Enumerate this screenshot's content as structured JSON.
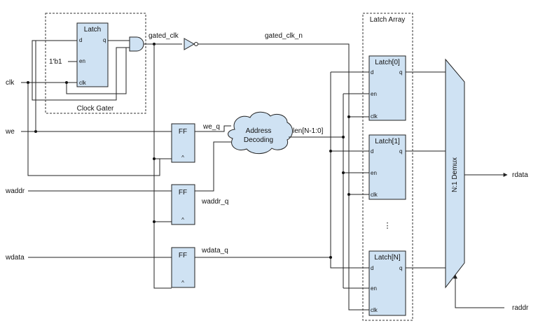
{
  "clock_gater": {
    "box_label": "Clock Gater",
    "latch_title": "Latch",
    "pin_d": "d",
    "pin_en": "en",
    "pin_clk": "clk",
    "pin_q": "q",
    "en_const": "1'b1"
  },
  "inputs": {
    "clk": "clk",
    "we": "we",
    "waddr": "waddr",
    "wdata": "wdata",
    "raddr": "raddr"
  },
  "signals": {
    "gated_clk": "gated_clk",
    "gated_clk_n": "gated_clk_n",
    "we_q": "we_q",
    "waddr_q": "waddr_q",
    "wdata_q": "wdata_q",
    "len": "len[N-1:0]"
  },
  "ff": {
    "label": "FF",
    "clock_mark": "^"
  },
  "decoder": {
    "line1": "Address",
    "line2": "Decoding"
  },
  "latch_array": {
    "label": "Latch Array",
    "latches": [
      "Latch[0]",
      "Latch[1]",
      "Latch[N]"
    ],
    "pin_d": "d",
    "pin_en": "en",
    "pin_clk": "clk",
    "pin_q": "q",
    "ellipsis": "⋮"
  },
  "demux": {
    "label": "N:1 Demux"
  },
  "outputs": {
    "rdata": "rdata"
  }
}
